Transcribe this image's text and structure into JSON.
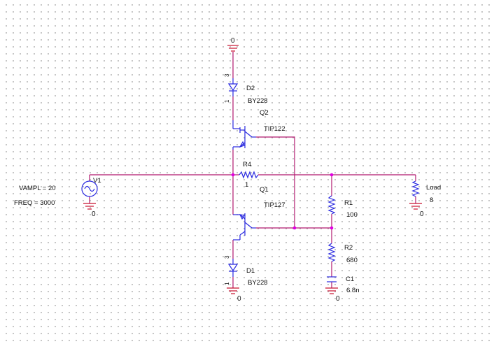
{
  "parts": {
    "D2": {
      "ref": "D2",
      "model": "BY228",
      "pin_top": "3",
      "pin_bottom": "1"
    },
    "D1": {
      "ref": "D1",
      "model": "BY228",
      "pin_top": "3",
      "pin_bottom": "1"
    },
    "Q2": {
      "ref": "Q2",
      "model": "TIP122"
    },
    "Q1": {
      "ref": "Q1",
      "model": "TIP127"
    },
    "R4": {
      "ref": "R4",
      "value": "1"
    },
    "R1": {
      "ref": "R1",
      "value": "100"
    },
    "R2": {
      "ref": "R2",
      "value": "680"
    },
    "C1": {
      "ref": "C1",
      "value": "6.8n"
    },
    "Load": {
      "ref": "Load",
      "value": "8"
    },
    "V1": {
      "ref": "V1",
      "vampl": "VAMPL = 20",
      "freq": "FREQ = 3000"
    }
  },
  "ground_label": "0",
  "colors": {
    "wire": "#b0186e",
    "component": "#2a2ae0",
    "ground": "#c8102e",
    "junction": "#e000e0",
    "grid_dot": "#b4b4b4"
  },
  "icons": {
    "ground": "ground-symbol-icon",
    "diode": "diode-icon",
    "npn": "npn-transistor-icon",
    "pnp": "pnp-transistor-icon",
    "resistor": "resistor-icon",
    "capacitor": "capacitor-icon",
    "source": "sine-source-icon"
  }
}
